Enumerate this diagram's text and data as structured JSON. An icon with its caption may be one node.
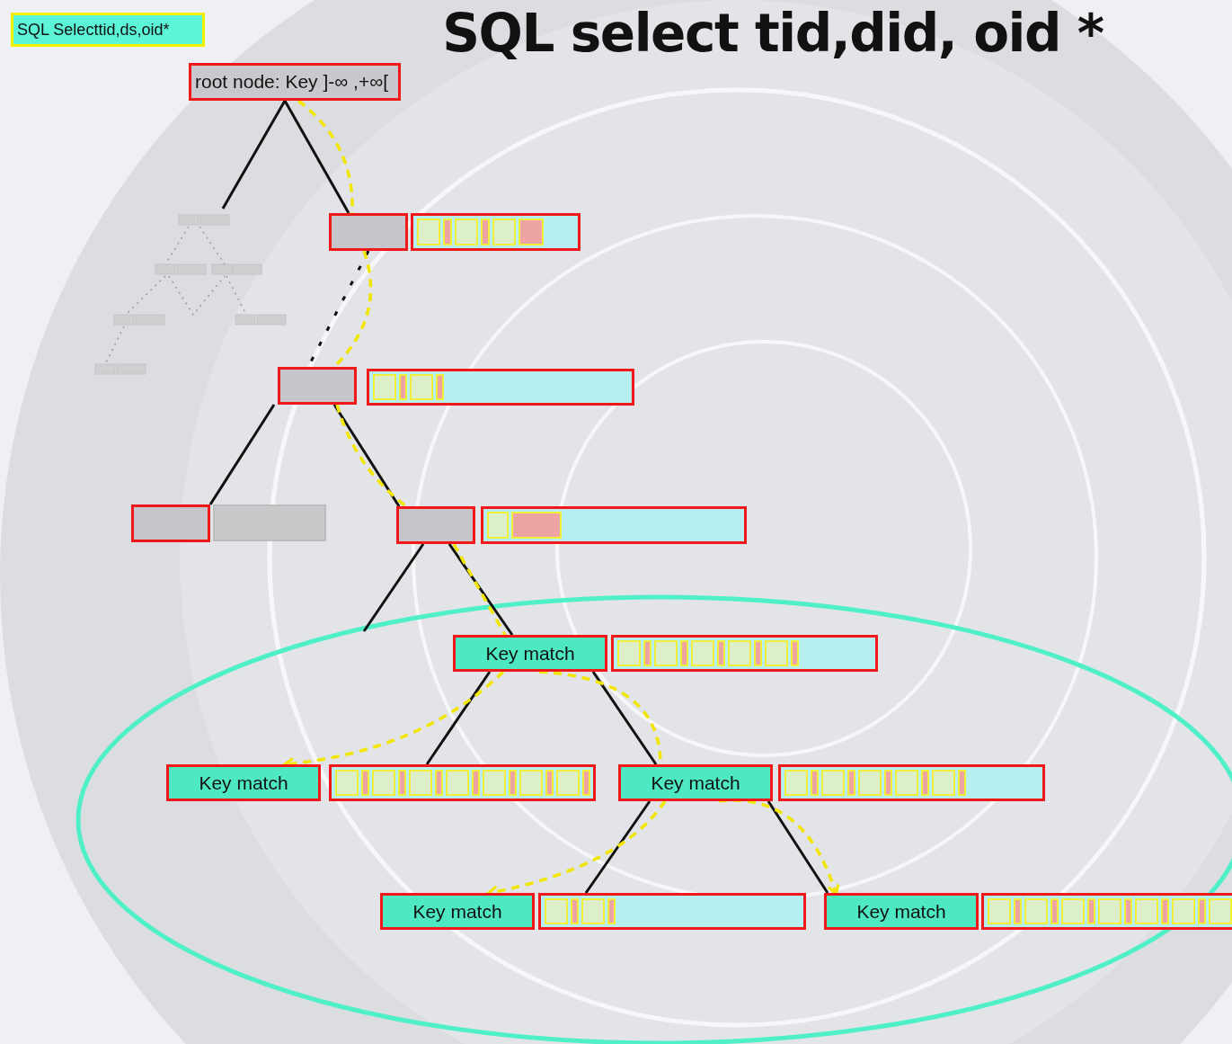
{
  "diagram": {
    "title": "SQL select tid,did, oid *",
    "nodes": [
      {
        "text": [
          "SQL Selecttid,ds,oid*"
        ]
      },
      {
        "text": [
          "root node: Key ]-∞ ,+∞["
        ]
      },
      {
        "text": [],
        "shape": "box"
      },
      {
        "text": [],
        "shape": "bar"
      },
      {
        "text": [],
        "shape": "box"
      },
      {
        "text": [],
        "shape": "bar"
      },
      {
        "text": [],
        "shape": "box"
      },
      {
        "text": [],
        "shape": "bar"
      },
      {
        "text": [],
        "shape": "box"
      },
      {
        "text": [],
        "shape": "bar"
      },
      {
        "text": [
          "Key match"
        ]
      },
      {
        "text": [],
        "shape": "bar"
      },
      {
        "text": [
          "Key match"
        ]
      },
      {
        "text": [],
        "shape": "bar"
      },
      {
        "text": [
          "Key  match"
        ]
      },
      {
        "text": [],
        "shape": "bar"
      },
      {
        "text": [
          "Key  match"
        ]
      },
      {
        "text": [],
        "shape": "bar"
      },
      {
        "text": [
          "Key match"
        ]
      },
      {
        "text": [],
        "shape": "bar"
      },
      {
        "text": [],
        "shape": "picture"
      }
    ],
    "edges": [
      {
        "from": 1,
        "to": 20,
        "arrow": "none"
      },
      {
        "from": 1,
        "to": 2,
        "arrow": "none"
      },
      {
        "from": 2,
        "to": 4,
        "arrow": "none",
        "style": "dashed"
      },
      {
        "from": 4,
        "to": 6,
        "arrow": "none"
      },
      {
        "from": 4,
        "to": 8,
        "arrow": "none"
      },
      {
        "from": 8,
        "to": null,
        "arrow": "none"
      },
      {
        "from": 8,
        "to": 10,
        "arrow": "none"
      },
      {
        "from": 10,
        "to": 13,
        "arrow": "none"
      },
      {
        "from": 10,
        "to": 14,
        "arrow": "none"
      },
      {
        "from": 14,
        "to": 17,
        "arrow": "none"
      },
      {
        "from": 14,
        "to": 18,
        "arrow": "none"
      },
      {
        "from": 1,
        "to": 2,
        "arrow": "none",
        "style": "dashed",
        "color": "#f2e600"
      },
      {
        "from": 2,
        "to": 4,
        "arrow": "none",
        "style": "dashed",
        "color": "#f2e600"
      },
      {
        "from": 4,
        "to": 8,
        "arrow": "none",
        "style": "dashed",
        "color": "#f2e600"
      },
      {
        "from": 8,
        "to": 10,
        "arrow": "none",
        "style": "dashed",
        "color": "#f2e600"
      },
      {
        "from": 10,
        "to": 12,
        "arrow": "to",
        "style": "dashed",
        "color": "#f2e600"
      },
      {
        "from": 10,
        "to": 14,
        "arrow": "none",
        "style": "dashed",
        "color": "#f2e600"
      },
      {
        "from": 14,
        "to": 16,
        "arrow": "to",
        "style": "dashed",
        "color": "#f2e600"
      },
      {
        "from": 14,
        "to": 18,
        "arrow": "to",
        "style": "dashed",
        "color": "#f2e600"
      }
    ]
  }
}
